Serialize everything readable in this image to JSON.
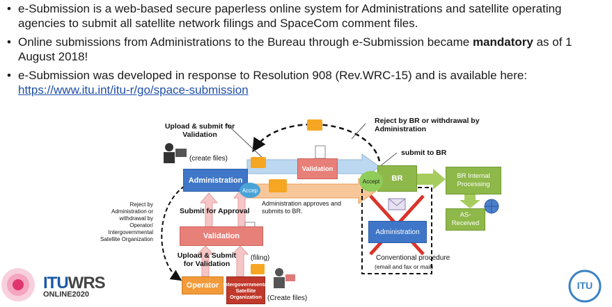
{
  "bullets": [
    {
      "text": "e-Submission is a web-based secure paperless online system for Administrations and satellite operating agencies to submit all satellite network filings and SpaceCom comment files."
    },
    {
      "before": "Online submissions from Administrations to the Bureau through e-Submission became ",
      "bold": "mandatory",
      "after": " as of 1 August 2018!"
    },
    {
      "text": "e-Submission was developed in response to Resolution 908 (Rev.WRC-15) and is available here:",
      "link": "https://www.itu.int/itu-r/go/space-submission"
    }
  ],
  "diagram": {
    "administration": "Administration",
    "validation_top": "Validation",
    "br": "BR",
    "br_internal": "BR Internal Processing",
    "as_received": "AS-Received",
    "validation_bottom": "Validation",
    "operator": "Operator",
    "igso": "Intergovernmental Satellite Organization",
    "admin_crossed": "Administration",
    "accept_1": "Accep",
    "accept_2": "Accept",
    "upload_submit_validation_top": "Upload & submit for Validation",
    "create_files_top": "(create files)",
    "reject_br": "Reject by BR or withdrawal by Administration",
    "submit_to_br": "submit to BR",
    "admin_approves": "Administration approves and submits to BR.",
    "submit_for_approval": "Submit for Approval",
    "reject_admin_left": "Reject by Administration or withdrawal by Operator/ Intergovernmental Satellite Organization",
    "upload_submit_validation_bottom": "Upload & Submit for Validation",
    "filing": "(filing)",
    "create_files_bottom": "(Create files)",
    "conventional": "Conventional procedure",
    "conventional_sub": "(email and fax or mail)"
  },
  "logo": {
    "itu": "ITU",
    "wrs": "WRS",
    "online": "ONLINE2020",
    "emblem": "ITU"
  },
  "colors": {
    "admin_blue": "#3f76c8",
    "validation_red": "#e8807a",
    "br_green": "#8fb84a",
    "operator_orange": "#f39a3a",
    "igso_red": "#c0392b"
  }
}
